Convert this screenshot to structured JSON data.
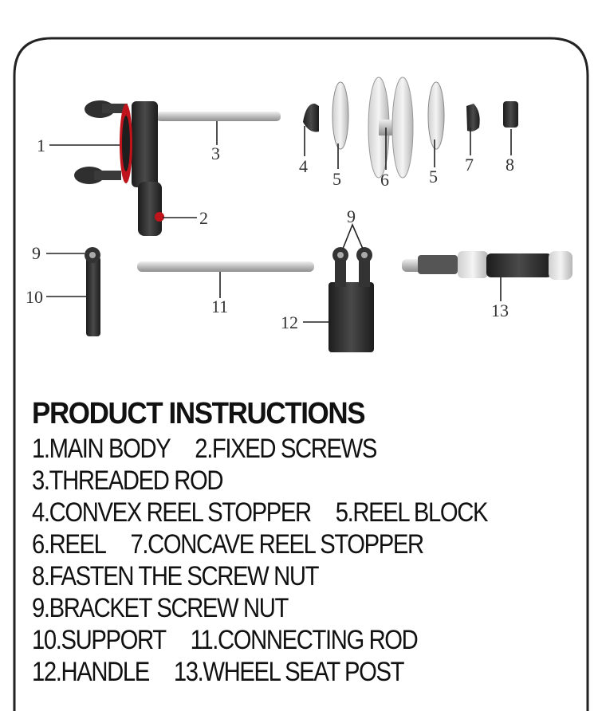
{
  "callouts": [
    "1",
    "2",
    "3",
    "4",
    "5",
    "6",
    "5",
    "7",
    "8",
    "9",
    "9",
    "10",
    "11",
    "12",
    "13"
  ],
  "instructions": {
    "title": "PRODUCT  INSTRUCTIONS",
    "lines": [
      [
        "1.MAIN BODY",
        "2.FIXED SCREWS"
      ],
      [
        "3.THREADED ROD"
      ],
      [
        "4.CONVEX REEL STOPPER",
        "5.REEL BLOCK"
      ],
      [
        "6.REEL",
        "7.CONCAVE REEL STOPPER"
      ],
      [
        "8.FASTEN THE SCREW NUT"
      ],
      [
        "9.BRACKET SCREW NUT"
      ],
      [
        "10.SUPPORT",
        "11.CONNECTING ROD"
      ],
      [
        "12.HANDLE",
        "13.WHEEL SEAT POST"
      ]
    ]
  },
  "colors": {
    "frame": "#222222",
    "part_dark": "#2b2b2b",
    "accent_red": "#c0141c",
    "metal": "#c8c8c8"
  }
}
